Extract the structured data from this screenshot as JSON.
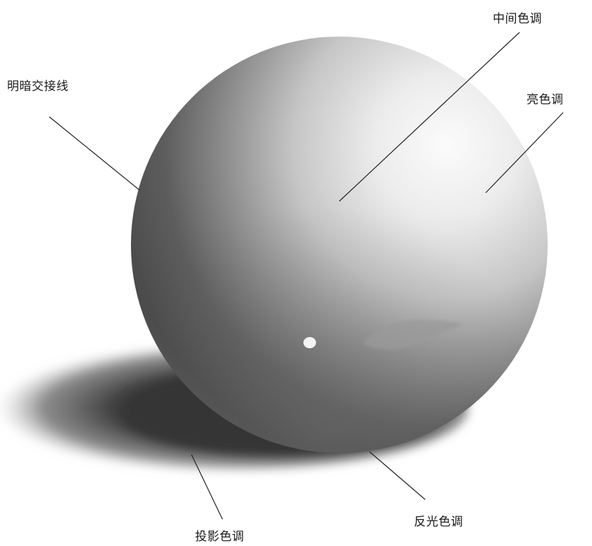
{
  "diagram": {
    "labels": {
      "terminator": "明暗交接线",
      "midtone": "中间色调",
      "highlight": "亮色调",
      "reflected_light": "反光色调",
      "cast_shadow": "投影色调"
    },
    "colors": {
      "background": "#ffffff",
      "label_text": "#1a1a1a",
      "leader_line": "#222222",
      "sphere_light": "#fafafa",
      "sphere_dark": "#3e3e3e",
      "shadow_core": "#3a3a3a"
    }
  }
}
